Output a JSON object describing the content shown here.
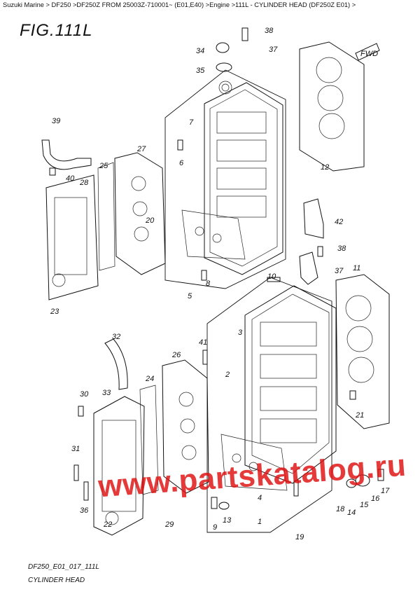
{
  "breadcrumb": "Suzuki Marine > DF250 >DF250Z FROM 25003Z-710001~ (E01,E40) >Engine >111L - CYLINDER HEAD (DF250Z E01) >",
  "figure": {
    "title": "FIG.111L",
    "code": "DF250_E01_017_111L",
    "caption": "CYLINDER HEAD"
  },
  "watermark": "www.partskatalog.ru",
  "direction_badge": "FWD",
  "callouts": [
    "38",
    "37",
    "34",
    "35",
    "7",
    "6",
    "12",
    "39",
    "27",
    "25",
    "40",
    "28",
    "20",
    "42",
    "38",
    "37",
    "11",
    "8",
    "5",
    "10",
    "3",
    "23",
    "32",
    "41",
    "26",
    "2",
    "24",
    "30",
    "33",
    "21",
    "31",
    "36",
    "22",
    "29",
    "18",
    "14",
    "15",
    "16",
    "17",
    "4",
    "9",
    "1",
    "13",
    "19"
  ]
}
